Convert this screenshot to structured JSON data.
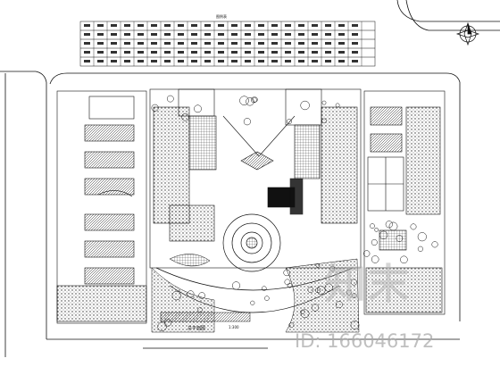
{
  "legend": {
    "title": "图例表"
  },
  "drawing": {
    "caption": "总平面图",
    "scale": "1:300",
    "north_arrow_icon": "north-arrow-icon"
  },
  "watermark": {
    "logo": "知末",
    "id_text": "ID: 166046172"
  },
  "colors": {
    "line": "#111111",
    "paper": "#ffffff",
    "watermark": "#b4b4b4"
  }
}
